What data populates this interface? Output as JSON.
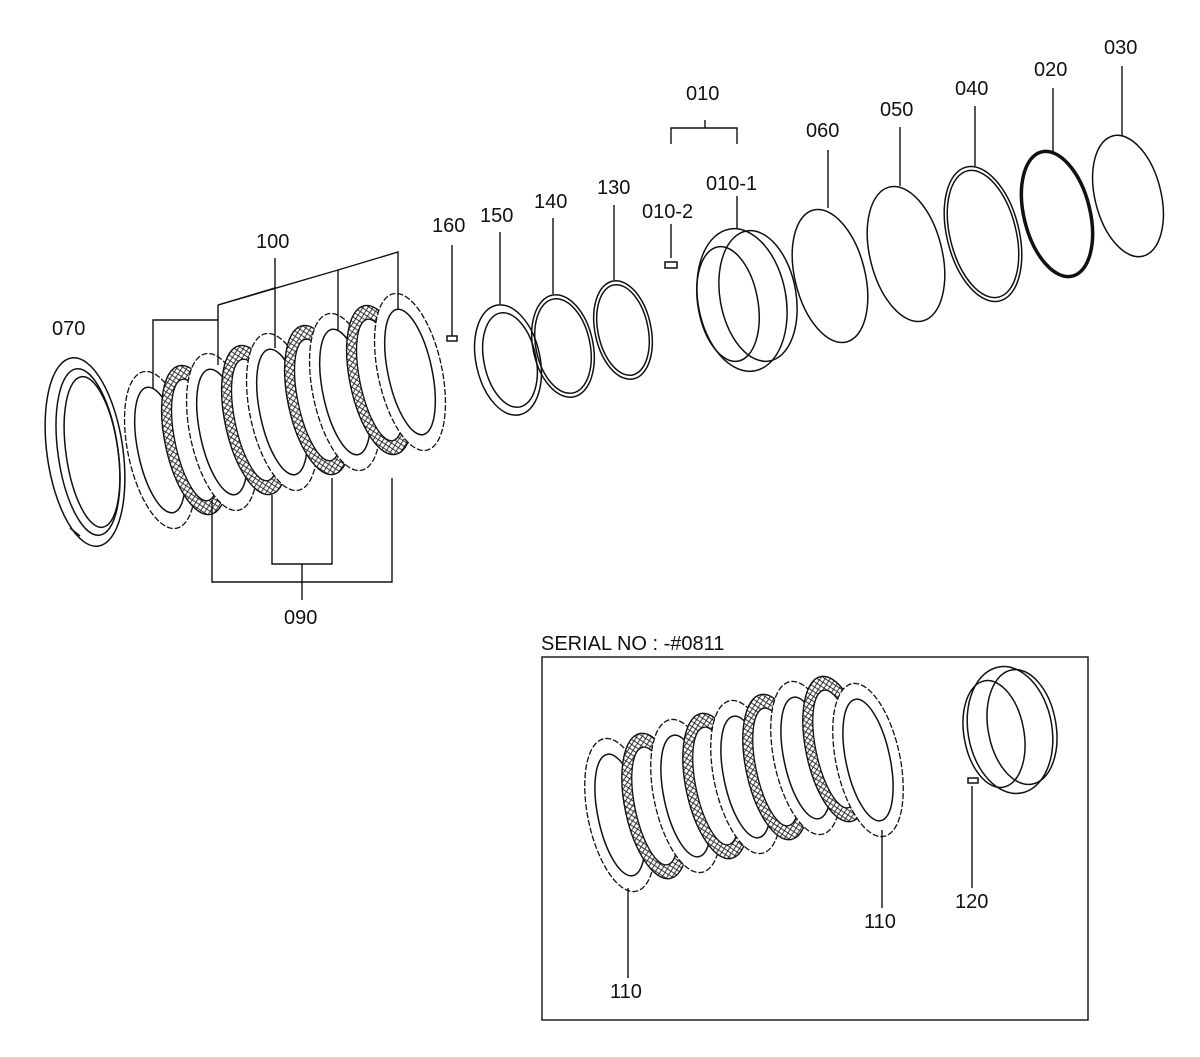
{
  "labels": {
    "p070": "070",
    "p100": "100",
    "p090": "090",
    "p160": "160",
    "p150": "150",
    "p140": "140",
    "p130": "130",
    "p010": "010",
    "p010_1": "010-1",
    "p010_2": "010-2",
    "p060": "060",
    "p050": "050",
    "p040": "040",
    "p020": "020",
    "p030": "030",
    "p110_left": "110",
    "p110_right": "110",
    "p120": "120"
  },
  "inset": {
    "title": "SERIAL NO : -#0811"
  }
}
